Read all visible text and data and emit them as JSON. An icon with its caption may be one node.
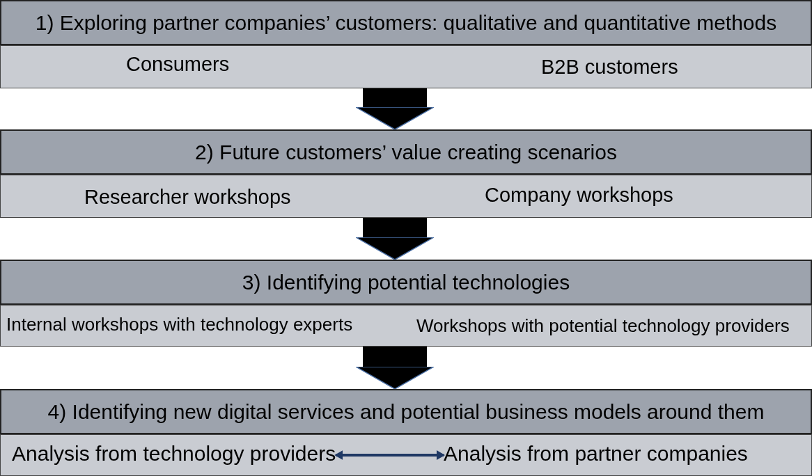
{
  "diagram": {
    "nodes": [
      {
        "text": [
          "1) Exploring partner companies’ customers: qualitative and quantitative methods"
        ]
      },
      {
        "text": [],
        "shape": "box"
      },
      {
        "text": [
          "Consumers"
        ],
        "in": 1
      },
      {
        "text": [
          "B2B customers"
        ],
        "in": 1
      },
      {
        "text": [
          "2) Future customers’ value creating scenarios"
        ]
      },
      {
        "text": [],
        "shape": "box"
      },
      {
        "text": [
          "Researcher workshops"
        ],
        "in": 5
      },
      {
        "text": [
          "Company workshops"
        ],
        "in": 5
      },
      {
        "text": [
          "3) Identifying potential technologies"
        ]
      },
      {
        "text": [],
        "shape": "box"
      },
      {
        "text": [
          "Internal workshops with technology experts"
        ],
        "in": 9
      },
      {
        "text": [
          "Workshops with potential technology providers"
        ],
        "in": 9
      },
      {
        "text": [
          "4) Identifying new digital services and potential business models around them"
        ]
      },
      {
        "text": [],
        "shape": "box"
      },
      {
        "text": [
          "Analysis from technology providers"
        ],
        "in": 13
      },
      {
        "text": [
          "Analysis from partner companies"
        ],
        "in": 13
      }
    ],
    "edges": [
      {
        "from": 1,
        "to": 4,
        "arrow": "to"
      },
      {
        "from": 5,
        "to": 8,
        "arrow": "to"
      },
      {
        "from": 9,
        "to": 12,
        "arrow": "to"
      },
      {
        "from": 14,
        "to": 15,
        "arrow": "both",
        "color": "#1f3864"
      }
    ]
  }
}
